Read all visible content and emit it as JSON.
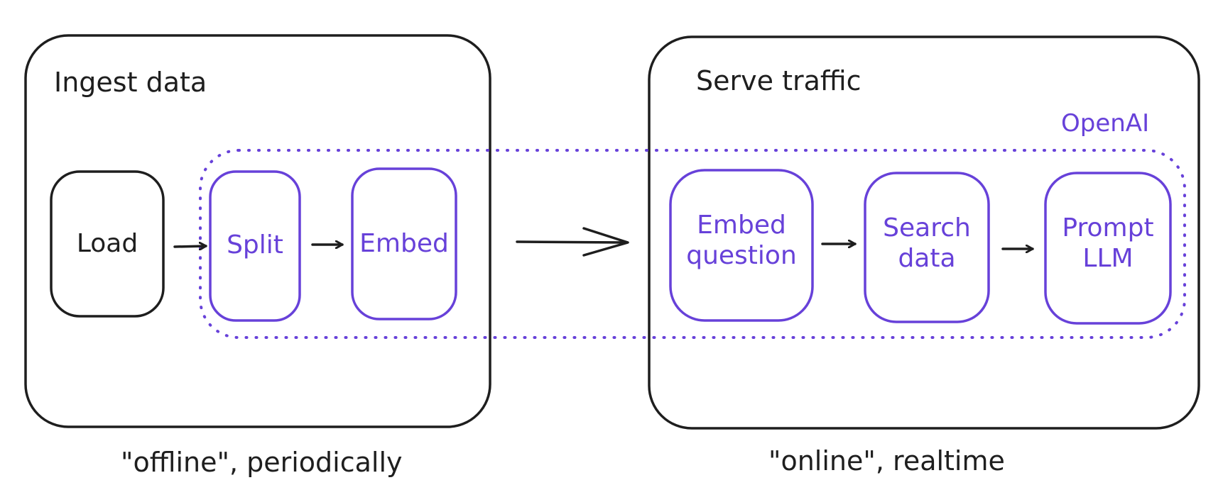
{
  "diagram": {
    "ingest": {
      "title": "Ingest data",
      "caption": "\"offline\", periodically",
      "steps": [
        "Load",
        "Split",
        "Embed"
      ]
    },
    "serve": {
      "title": "Serve traffic",
      "caption": "\"online\", realtime",
      "steps": [
        "Embed question",
        "Search data",
        "Prompt LLM"
      ]
    },
    "provider_label": "OpenAI",
    "colors": {
      "ink": "#1e1e1e",
      "accent": "#6741d9"
    }
  }
}
